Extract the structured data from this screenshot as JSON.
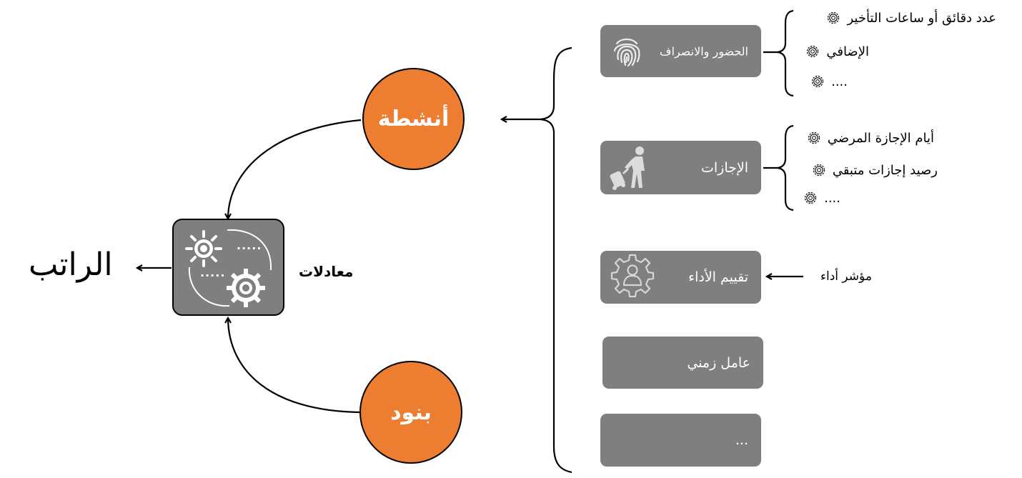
{
  "result": {
    "label": "الراتب"
  },
  "engine": {
    "label": "معادلات",
    "dots": "....."
  },
  "activities": {
    "label": "أنشطة",
    "items": [
      {
        "label": "الحضور والانصراف",
        "icon": "fingerprint-icon",
        "details": [
          "عدد دقائق أو ساعات التأخير",
          "الإضافي",
          "...."
        ]
      },
      {
        "label": "الإجازات",
        "icon": "traveler-luggage-icon",
        "details": [
          "أيام الإجازة المرضي",
          "رصيد إجازات متبقي",
          "...."
        ]
      },
      {
        "label": "تقييم الأداء",
        "icon": "gear-person-icon",
        "input": "مؤشر أداء"
      },
      {
        "label": "عامل زمني"
      },
      {
        "label": "..."
      }
    ]
  },
  "terms": {
    "label": "بنود"
  },
  "colors": {
    "circle": "#ed7d31",
    "box": "#7f7f7f",
    "engine": "#7f7f7f"
  }
}
